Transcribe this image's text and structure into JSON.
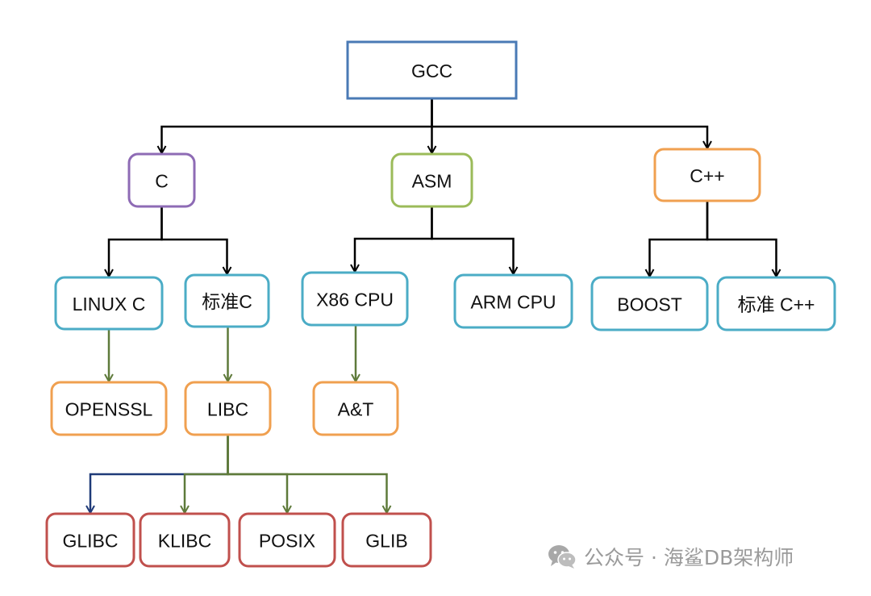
{
  "colors": {
    "blue": "#4a7ab5",
    "purple": "#8e6bb5",
    "green": "#9bbb59",
    "orange": "#f0a050",
    "teal": "#4bacc6",
    "red": "#c0504d",
    "edge_black": "#000000",
    "edge_olive": "#5e7a3a",
    "edge_navy": "#1f3a78",
    "watermark": "#9a9a9a"
  },
  "nodes": {
    "gcc": {
      "label": "GCC",
      "color": "blue"
    },
    "c": {
      "label": "C",
      "color": "purple"
    },
    "asm": {
      "label": "ASM",
      "color": "green"
    },
    "cpp": {
      "label": "C++",
      "color": "orange"
    },
    "linux_c": {
      "label": "LINUX C",
      "color": "teal"
    },
    "std_c": {
      "label": "标准C",
      "color": "teal"
    },
    "x86_cpu": {
      "label": "X86 CPU",
      "color": "teal"
    },
    "arm_cpu": {
      "label": "ARM CPU",
      "color": "teal"
    },
    "boost": {
      "label": "BOOST",
      "color": "teal"
    },
    "std_cpp": {
      "label": "标准 C++",
      "color": "teal"
    },
    "openssl": {
      "label": "OPENSSL",
      "color": "orange"
    },
    "libc": {
      "label": "LIBC",
      "color": "orange"
    },
    "at": {
      "label": "A&T",
      "color": "orange"
    },
    "glibc": {
      "label": "GLIBC",
      "color": "red"
    },
    "klibc": {
      "label": "KLIBC",
      "color": "red"
    },
    "posix": {
      "label": "POSIX",
      "color": "red"
    },
    "glib": {
      "label": "GLIB",
      "color": "red"
    }
  },
  "edges": [
    {
      "from": "gcc",
      "to": "c",
      "color": "edge_black"
    },
    {
      "from": "gcc",
      "to": "asm",
      "color": "edge_black"
    },
    {
      "from": "gcc",
      "to": "cpp",
      "color": "edge_black"
    },
    {
      "from": "c",
      "to": "linux_c",
      "color": "edge_black"
    },
    {
      "from": "c",
      "to": "std_c",
      "color": "edge_black"
    },
    {
      "from": "asm",
      "to": "x86_cpu",
      "color": "edge_black"
    },
    {
      "from": "asm",
      "to": "arm_cpu",
      "color": "edge_black"
    },
    {
      "from": "cpp",
      "to": "boost",
      "color": "edge_black"
    },
    {
      "from": "cpp",
      "to": "std_cpp",
      "color": "edge_black"
    },
    {
      "from": "linux_c",
      "to": "openssl",
      "color": "edge_olive"
    },
    {
      "from": "std_c",
      "to": "libc",
      "color": "edge_olive"
    },
    {
      "from": "x86_cpu",
      "to": "at",
      "color": "edge_olive"
    },
    {
      "from": "libc",
      "to": "glibc",
      "color": "edge_navy"
    },
    {
      "from": "libc",
      "to": "klibc",
      "color": "edge_olive"
    },
    {
      "from": "libc",
      "to": "posix",
      "color": "edge_olive"
    },
    {
      "from": "libc",
      "to": "glib",
      "color": "edge_olive"
    }
  ],
  "watermark": {
    "text": "公众号 · 海鲨DB架构师",
    "icon": "wechat-icon"
  }
}
